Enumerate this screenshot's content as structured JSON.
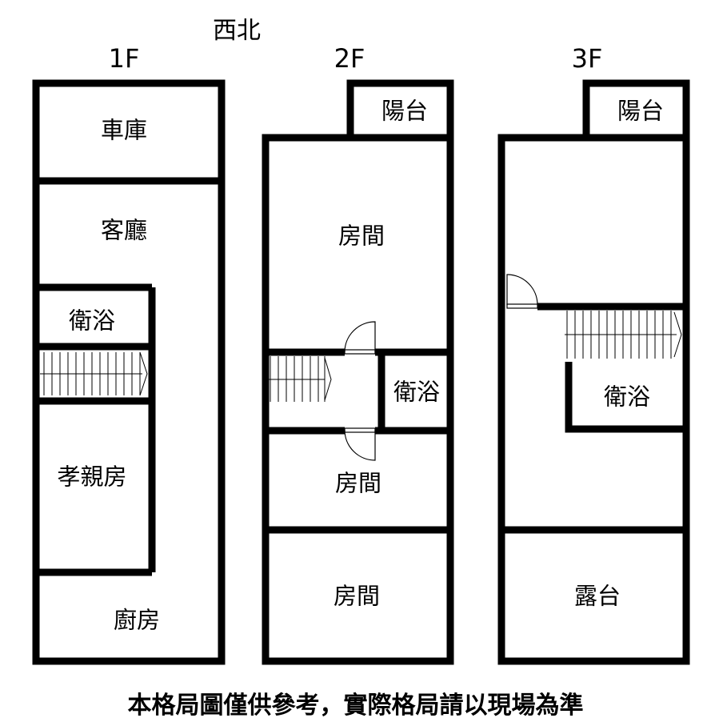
{
  "direction": "西北",
  "floors": [
    "1F",
    "2F",
    "3F"
  ],
  "rooms": {
    "f1_garage": "車庫",
    "f1_living": "客廳",
    "f1_bath": "衛浴",
    "f1_elder": "孝親房",
    "f1_kitchen": "廚房",
    "f2_balcony": "陽台",
    "f2_room_top": "房間",
    "f2_bath": "衛浴",
    "f2_room_mid": "房間",
    "f2_room_bottom": "房間",
    "f3_balcony": "陽台",
    "f3_bath": "衛浴",
    "f3_terrace": "露台"
  },
  "footer": "本格局圖僅供參考，實際格局請以現場為準"
}
